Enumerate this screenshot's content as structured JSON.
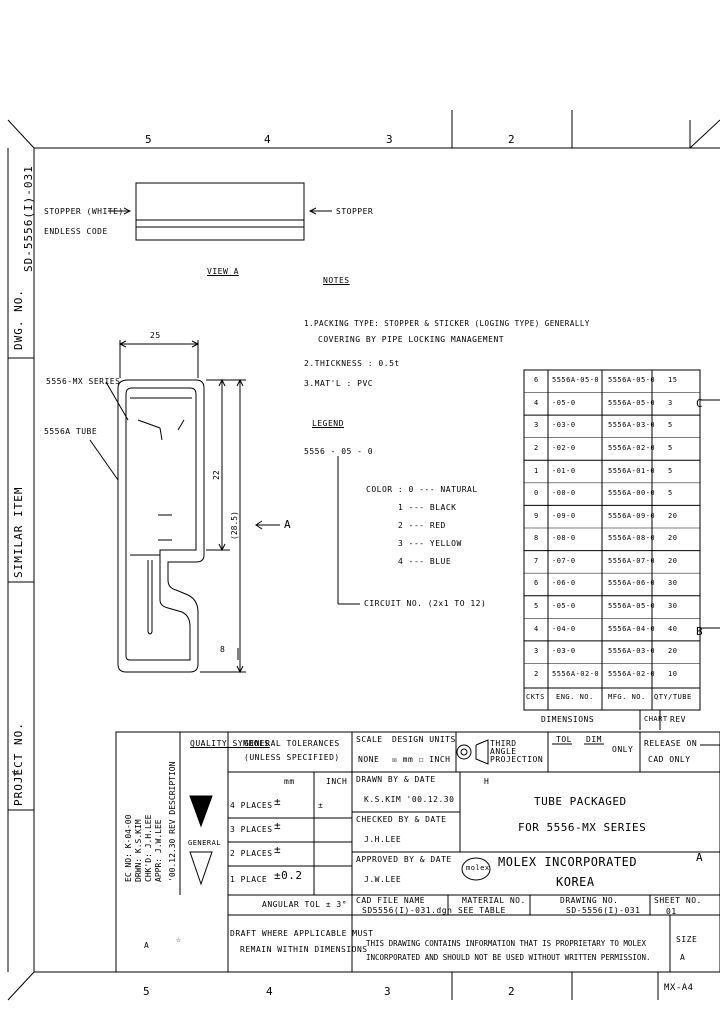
{
  "border": {
    "top_zones": [
      "5",
      "4",
      "3",
      "2"
    ],
    "bottom_zones": [
      "5",
      "4",
      "3",
      "2"
    ],
    "right_zone_1": "C",
    "right_zone_2": "B",
    "right_zone_3": "A",
    "sheet_size": "MX-A4"
  },
  "side_strip": {
    "dwg_no_label": "DWG. NO.",
    "dwg_no_value": "SD-5556(I)-031",
    "similar_item_label": "SIMILAR ITEM",
    "project_no_label": "PROJECT NO.",
    "project_marker": "▽"
  },
  "top_view": {
    "stopper_label": "STOPPER",
    "left_label_line1": "STOPPER (WHITE)",
    "left_label_line2": "ENDLESS CODE"
  },
  "detail": {
    "view_label": "VIEW A",
    "dim_width": "25",
    "dim_height": "(28.5)",
    "dim_inner": "22",
    "arrow_label": "A",
    "series_label": "5556-MX SERIES",
    "tube_label": "5556A TUBE",
    "dim_tick": "8"
  },
  "notes": {
    "title": "NOTES",
    "line1": "1.PACKING TYPE: STOPPER & STICKER (LOGING TYPE) GENERALLY",
    "line2": "COVERING BY PIPE LOCKING MANAGEMENT",
    "line3": "2.THICKNESS : 0.5t",
    "line4": "3.MAT'L : PVC",
    "legend_title": "LEGEND",
    "legend_code": "5556 - 05 - 0",
    "color_head": "COLOR : 0 --- NATURAL",
    "color_1": "1 --- BLACK",
    "color_2": "2 --- RED",
    "color_3": "3 --- YELLOW",
    "color_4": "4 --- BLUE",
    "circuit_label": "CIRCUIT NO. (2x1 TO 12)"
  },
  "dim_table": {
    "rows": [
      {
        "ckt": "6",
        "a": "5556A-05-0",
        "b": "5556A-05-0",
        "qty": "15"
      },
      {
        "ckt": "4",
        "a": "-05-0",
        "b": "5556A-05-0",
        "qty": "3"
      },
      {
        "ckt": "3",
        "a": "-03-0",
        "b": "5556A-03-0",
        "qty": "5"
      },
      {
        "ckt": "2",
        "a": "-02-0",
        "b": "5556A-02-0",
        "qty": "5"
      },
      {
        "ckt": "1",
        "a": "-01-0",
        "b": "5556A-01-0",
        "qty": "5"
      },
      {
        "ckt": "0",
        "a": "-00-0",
        "b": "5556A-00-0",
        "qty": "5"
      },
      {
        "ckt": "9",
        "a": "-09-0",
        "b": "5556A-09-0",
        "qty": "20"
      },
      {
        "ckt": "8",
        "a": "-08-0",
        "b": "5556A-08-0",
        "qty": "20"
      },
      {
        "ckt": "7",
        "a": "-07-0",
        "b": "5556A-07-0",
        "qty": "20"
      },
      {
        "ckt": "6",
        "a": "-06-0",
        "b": "5556A-06-0",
        "qty": "30"
      },
      {
        "ckt": "5",
        "a": "-05-0",
        "b": "5556A-05-0",
        "qty": "30"
      },
      {
        "ckt": "4",
        "a": "-04-0",
        "b": "5556A-04-0",
        "qty": "40"
      },
      {
        "ckt": "3",
        "a": "-03-0",
        "b": "5556A-03-0",
        "qty": "20"
      },
      {
        "ckt": "2",
        "a": "5556A-02-0",
        "b": "5556A-02-0",
        "qty": "10"
      }
    ],
    "header_ckt": "CKTS",
    "header_a": "ENG. NO.",
    "header_b": "MFG. NO.",
    "header_qty": "QTY/TUBE",
    "caption": "DIMENSIONS",
    "chart_label": "CHART",
    "rev_label": "REV"
  },
  "title_block": {
    "quality_symbols": "QUALITY SYMBOLS",
    "general_tol": "GENERAL TOLERANCES",
    "unless_specified": "(UNLESS SPECIFIED)",
    "mm_label": "mm",
    "inch_label": "INCH",
    "places_4": "4 PLACES",
    "places_3": "3 PLACES",
    "places_2": "2 PLACES",
    "places_1": "1 PLACE",
    "tol_4": "±",
    "tol_3": "±",
    "tol_2": "±",
    "tol_1": "±0.2",
    "inch_tol": "±",
    "angular_tol": "ANGULAR TOL ± 3°",
    "draft_note_1": "DRAFT WHERE APPLICABLE MUST",
    "draft_note_2": "REMAIN WITHIN DIMENSIONS",
    "scale_label": "SCALE",
    "scale_value": "NONE",
    "design_units_label": "DESIGN UNITS",
    "design_units_value": "☒ mm  ☐ INCH",
    "projection_label": "THIRD ANGLE PROJECTION",
    "drawn_by_label": "DRAWN BY & DATE",
    "drawn_by_value": "K.S.KIM  '00.12.30",
    "checked_by_label": "CHECKED BY & DATE",
    "checked_by_value": "J.H.LEE",
    "approved_by_label": "APPROVED BY & DATE",
    "approved_by_value": "J.W.LEE",
    "title_line1": "TUBE PACKAGED",
    "title_line2": "FOR 5556-MX SERIES",
    "company_line1": "MOLEX INCORPORATED",
    "company_line2": "KOREA",
    "logo_text": "molex",
    "cad_file_label": "CAD FILE NAME",
    "cad_file_value": "SD5556(I)-031.dgn",
    "material_label": "MATERIAL NO.",
    "material_value": "SEE TABLE",
    "drawing_no_label": "DRAWING NO.",
    "drawing_no_value": "SD-5556(I)-031",
    "sheet_label": "SHEET NO.",
    "sheet_value": "01",
    "size_label": "SIZE",
    "size_value": "A",
    "proprietary_1": "THIS DRAWING CONTAINS INFORMATION THAT IS PROPRIETARY TO MOLEX",
    "proprietary_2": "INCORPORATED AND SHOULD NOT BE USED WITHOUT WRITTEN PERMISSION.",
    "release_note_1": "RELEASE ON",
    "release_note_2": "CAD ONLY",
    "fraction_1": "TOL",
    "fraction_2": "DIM",
    "fraction_3": "ONLY",
    "rev_col_1": "EC NO: K-04-00",
    "rev_col_2": "DRWN: K.S.KIM",
    "rev_col_3": "CHK'D: J.H.LEE",
    "rev_col_4": "APPR: J.W.LEE",
    "rev_col_5": "'00.12.30 REV DESCRIPTION",
    "rev_letter": "A",
    "rev_sym": "☆",
    "general_mark": "GENERAL",
    "h_mark": "H"
  }
}
